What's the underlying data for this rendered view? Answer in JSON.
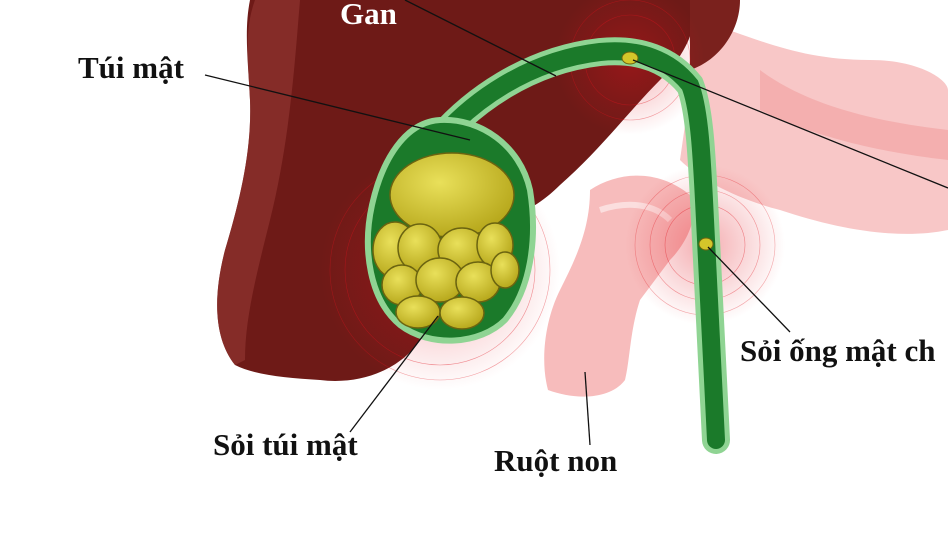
{
  "labels": {
    "liver": "Gan",
    "gallbladder": "Túi mật",
    "gallbladder_stones": "Sỏi túi mật",
    "small_intestine": "Ruột non",
    "bile_duct_stone": "Sỏi ống mật ch"
  },
  "colors": {
    "liver": "#6e1a17",
    "liver_highlight": "#8e3430",
    "intestine": "#f4b3b3",
    "bile_green": "#1b7a2a",
    "bile_border": "#8fd493",
    "stone_yellow": "#d4c62a",
    "pain_ring": "#e0141e"
  }
}
